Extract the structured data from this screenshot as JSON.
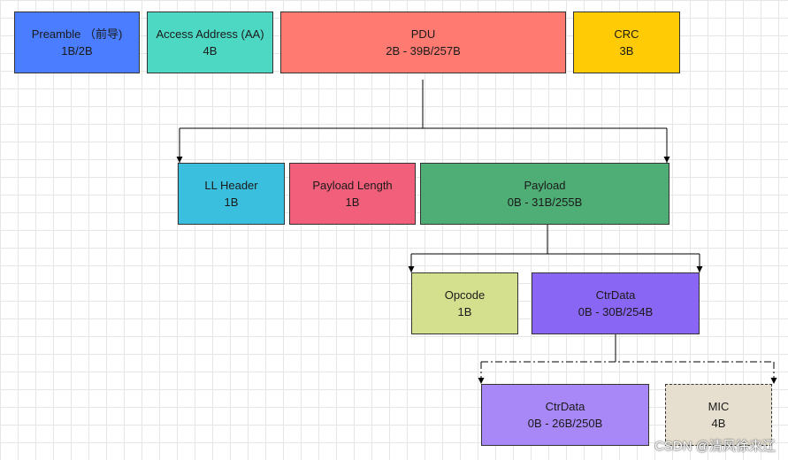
{
  "row1": {
    "preamble": {
      "name": "Preamble （前导)",
      "size": "1B/2B",
      "color": "#4a7dff"
    },
    "access_address": {
      "name": "Access Address (AA)",
      "size": "4B",
      "color": "#4dd8c4"
    },
    "pdu": {
      "name": "PDU",
      "size": "2B - 39B/257B",
      "color": "#ff7b72"
    },
    "crc": {
      "name": "CRC",
      "size": "3B",
      "color": "#ffcb05"
    }
  },
  "row2": {
    "ll_header": {
      "name": "LL Header",
      "size": "1B",
      "color": "#3bbfdf"
    },
    "payload_length": {
      "name": "Payload Length",
      "size": "1B",
      "color": "#f25f7a"
    },
    "payload": {
      "name": "Payload",
      "size": "0B - 31B/255B",
      "color": "#4fae75"
    }
  },
  "row3": {
    "opcode": {
      "name": "Opcode",
      "size": "1B",
      "color": "#d5e08f"
    },
    "ctrdata": {
      "name": "CtrData",
      "size": "0B - 30B/254B",
      "color": "#8a66f4"
    }
  },
  "row4": {
    "ctrdata_inner": {
      "name": "CtrData",
      "size": "0B - 26B/250B",
      "color": "#a888f7"
    },
    "mic": {
      "name": "MIC",
      "size": "4B",
      "color": "#e6dfcf"
    }
  },
  "watermark": "CSDN @清风徐来辽"
}
